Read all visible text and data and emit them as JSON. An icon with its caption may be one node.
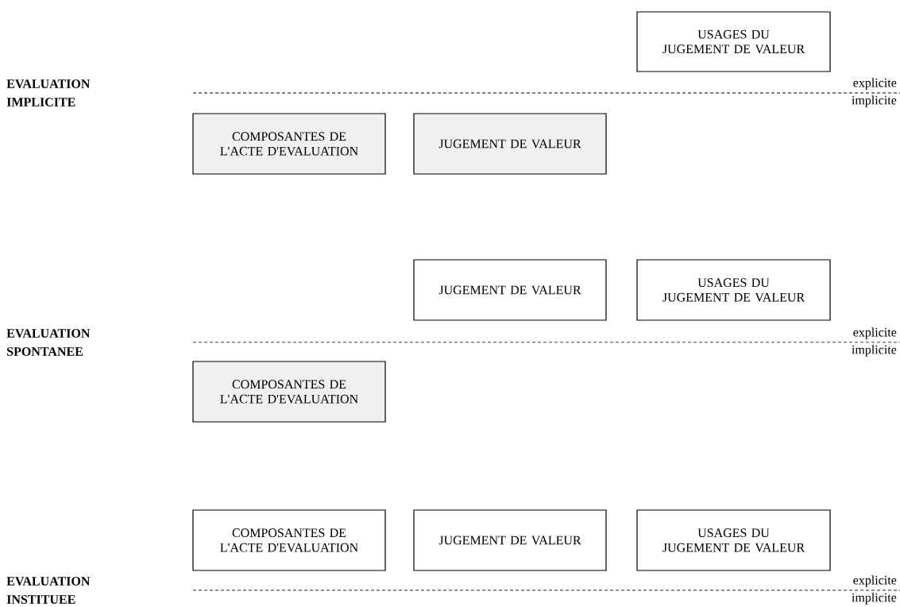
{
  "diagram": {
    "nodes": [
      {
        "text": [
          "USAGES DU JUGEMENT DE VALEUR"
        ]
      },
      {
        "text": [
          "COMPOSANTES DE L'ACTE D'EVALUATION"
        ]
      },
      {
        "text": [
          "JUGEMENT DE VALEUR"
        ]
      },
      {
        "text": [
          "JUGEMENT DE VALEUR"
        ]
      },
      {
        "text": [
          "USAGES DU JUGEMENT DE VALEUR"
        ]
      },
      {
        "text": [
          "COMPOSANTES DE L'ACTE D'EVALUATION"
        ]
      },
      {
        "text": [
          "COMPOSANTES DE L'ACTE D'EVALUATION"
        ]
      },
      {
        "text": [
          "JUGEMENT DE VALEUR"
        ]
      },
      {
        "text": [
          "USAGES DU JUGEMENT DE VALEUR"
        ]
      }
    ],
    "labels": [
      "EVALUATION IMPLICITE",
      "explicite",
      "implicite",
      "EVALUATION SPONTANEE",
      "explicite",
      "implicite",
      "EVALUATION INSTITUEE",
      "explicite",
      "implicite"
    ]
  }
}
